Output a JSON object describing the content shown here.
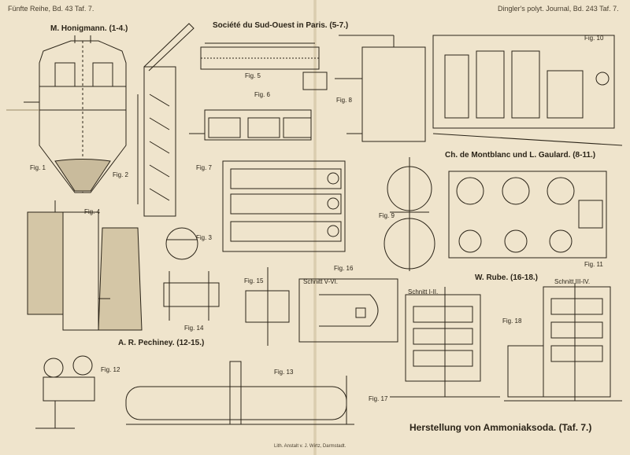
{
  "header": {
    "left": "Fünfte Reihe, Bd. 43 Taf. 7.",
    "right": "Dingler's polyt. Journal, Bd. 243 Taf. 7."
  },
  "titles": {
    "honigmann": "M. Honigmann. (1-4.)",
    "sud_ouest": "Société du Sud-Ouest in Paris. (5-7.)",
    "montblanc": "Ch. de Montblanc und L. Gaulard. (8-11.)",
    "rube": "W. Rube. (16-18.)",
    "pechiney": "A. R. Pechiney. (12-15.)",
    "herstellung": "Herstellung von Ammoniaksoda. (Taf. 7.)"
  },
  "figures": {
    "f1": "Fig. 1",
    "f2": "Fig. 2",
    "f3": "Fig. 3",
    "f4": "Fig. 4",
    "f5": "Fig. 5",
    "f6": "Fig. 6",
    "f7": "Fig. 7",
    "f8": "Fig. 8",
    "f9": "Fig. 9",
    "f10": "Fig. 10",
    "f11": "Fig. 11",
    "f12": "Fig. 12",
    "f13": "Fig. 13",
    "f14": "Fig. 14",
    "f15": "Fig. 15",
    "f16": "Fig. 16",
    "f17": "Fig. 17",
    "f18": "Fig. 18"
  },
  "sections": {
    "s1": "Schnitt V-VI.",
    "s2": "Schnitt I-II.",
    "s3": "Schnitt III-IV."
  },
  "footer": "Lith. Anstalt v. J. Wirtz, Darmstadt."
}
